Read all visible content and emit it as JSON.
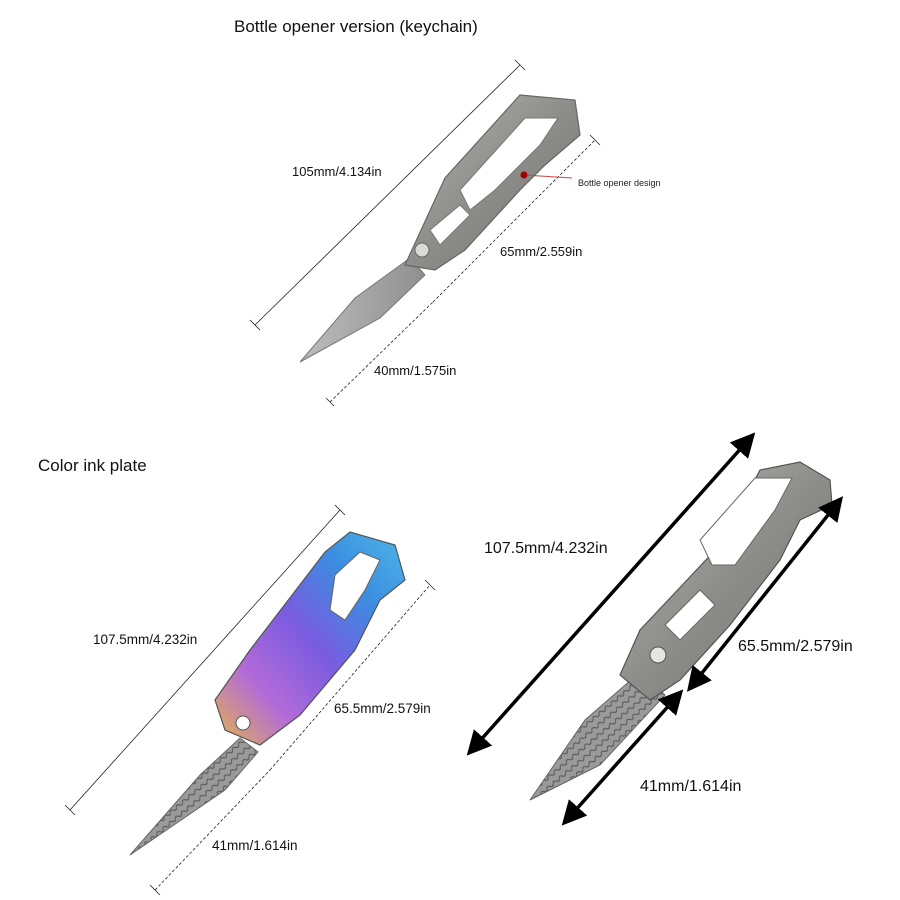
{
  "section_top": {
    "title": "Bottle opener version (keychain)",
    "dim_total": "105mm/4.134in",
    "dim_handle": "65mm/2.559in",
    "dim_blade": "40mm/1.575in",
    "callout": "Bottle opener design"
  },
  "section_color": {
    "title": "Color ink plate",
    "dim_total": "107.5mm/4.232in",
    "dim_handle": "65.5mm/2.579in",
    "dim_blade": "41mm/1.614in"
  },
  "section_damascus": {
    "dim_total": "107.5mm/4.232in",
    "dim_handle": "65.5mm/2.579in",
    "dim_blade": "41mm/1.614in"
  }
}
